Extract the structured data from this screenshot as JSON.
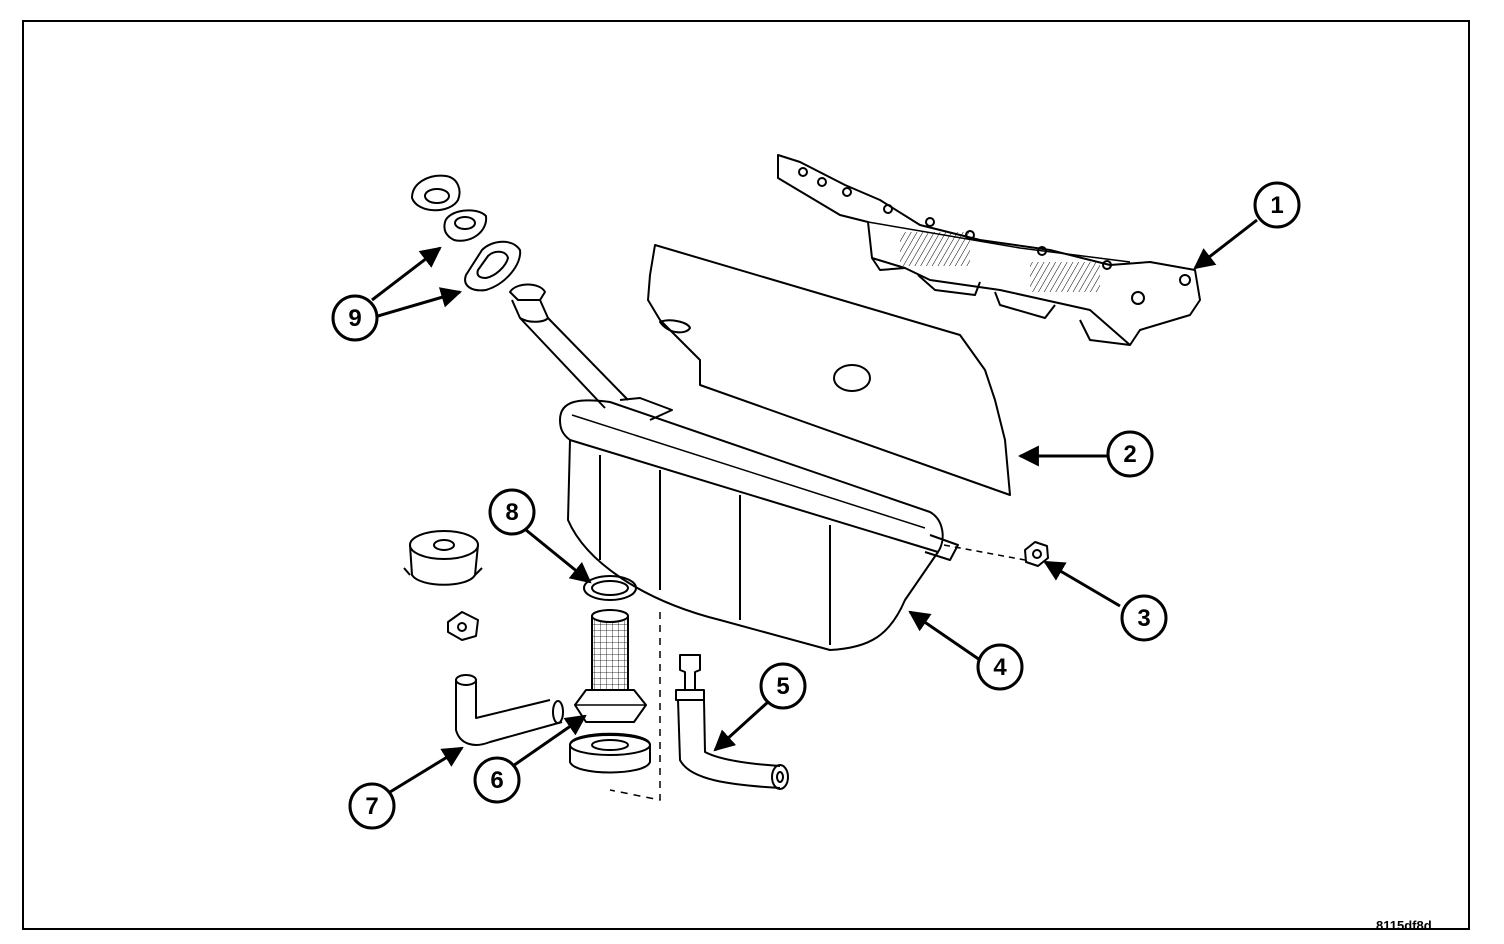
{
  "figure_id": "8115df8d",
  "callouts": [
    {
      "number": "1"
    },
    {
      "number": "2"
    },
    {
      "number": "3"
    },
    {
      "number": "4"
    },
    {
      "number": "5"
    },
    {
      "number": "6"
    },
    {
      "number": "7"
    },
    {
      "number": "8"
    },
    {
      "number": "9"
    }
  ],
  "colors": {
    "ink": "#000000",
    "paper": "#ffffff"
  }
}
